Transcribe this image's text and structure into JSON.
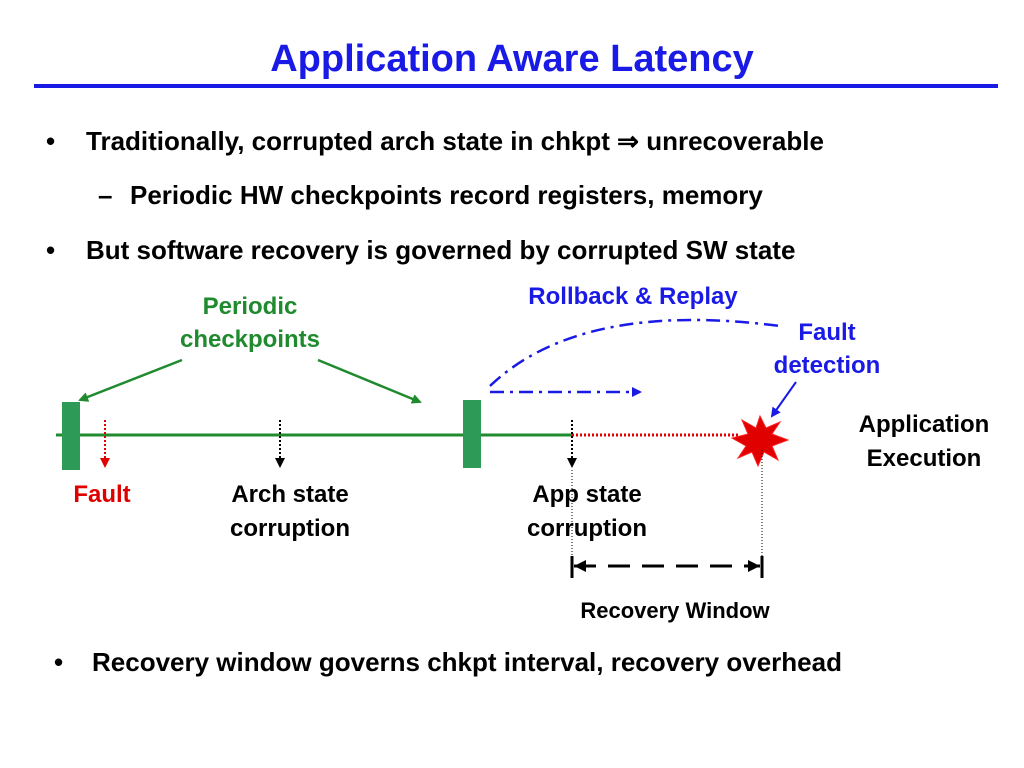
{
  "slide": {
    "title": "Application Aware Latency",
    "bullets": [
      {
        "mark": "•",
        "text": "Traditionally, corrupted arch state in chkpt ⇒ unrecoverable"
      },
      {
        "mark": "–",
        "text": "Periodic HW checkpoints record registers, memory"
      },
      {
        "mark": "•",
        "text": "But software recovery is governed by corrupted SW state"
      },
      {
        "mark": "•",
        "text": "Recovery window governs chkpt interval, recovery overhead"
      }
    ]
  },
  "diagram": {
    "labels": {
      "periodic_line1": "Periodic",
      "periodic_line2": "checkpoints",
      "rollback": "Rollback & Replay",
      "fault_det_line1": "Fault",
      "fault_det_line2": "detection",
      "app_exec_line1": "Application",
      "app_exec_line2": "Execution",
      "fault": "Fault",
      "arch_line1": "Arch state",
      "arch_line2": "corruption",
      "app_line1": "App state",
      "app_line2": "corruption",
      "recovery_window": "Recovery Window"
    },
    "colors": {
      "green": "#1f8a2e",
      "checkpoint": "#2e9a57",
      "blue": "#1a1ae6",
      "red": "#e00000",
      "black": "#000000"
    }
  }
}
